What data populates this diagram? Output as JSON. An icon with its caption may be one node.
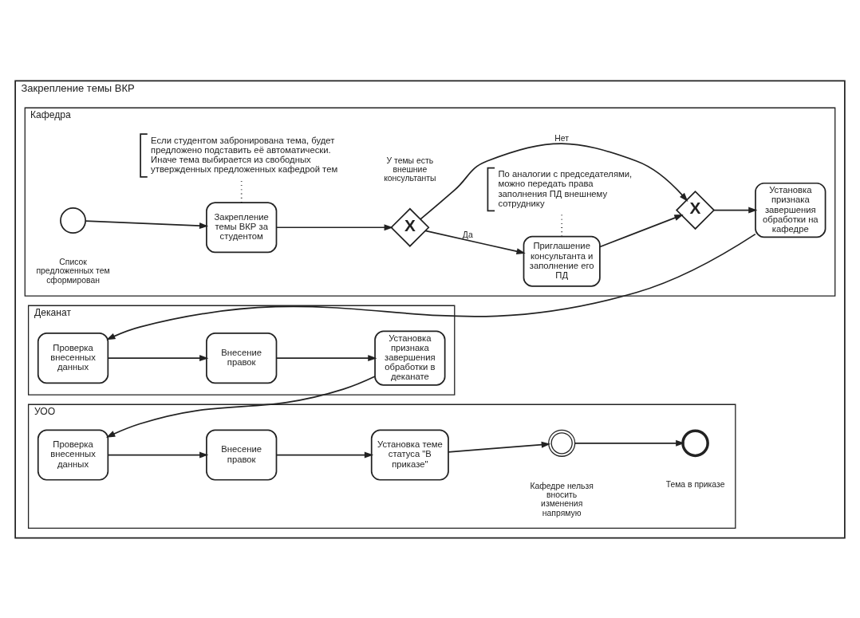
{
  "diagram": {
    "nodes": [
      {
        "text": [
          "Закрепление темы ВКР"
        ]
      },
      {
        "text": [
          "Кафедра"
        ],
        "in": 0
      },
      {
        "text": [
          "Если студентом забронирована тема, будет предложено подставить её автоматически. Иначе тема выбирается из свободных утвержденных предложенных кафедрой тем"
        ],
        "in": 1
      },
      {
        "text": [
          "По аналогии с председателями, можно передать права заполнения ПД внешнему сотруднику"
        ],
        "in": 1
      },
      {
        "text": [],
        "shape": "circle",
        "beside": [
          "Список предложенных тем сформирован"
        ],
        "in": 1
      },
      {
        "text": [
          "Закрепление темы ВКР за студентом"
        ],
        "in": 1
      },
      {
        "text": [
          "X"
        ],
        "beside": [
          "У темы есть внешние консультанты"
        ],
        "in": 1
      },
      {
        "text": [
          "Приглашение консультанта и заполнение его ПД"
        ],
        "in": 1
      },
      {
        "text": [
          "X"
        ],
        "in": 1
      },
      {
        "text": [
          "Установка признака завершения обработки на кафедре"
        ],
        "in": 1
      },
      {
        "text": [
          "Деканат"
        ],
        "in": 0
      },
      {
        "text": [
          "Проверка внесенных данных"
        ],
        "in": 10
      },
      {
        "text": [
          "Внесение правок"
        ],
        "in": 10
      },
      {
        "text": [
          "Установка признака завершения обработки в деканате"
        ],
        "in": 10
      },
      {
        "text": [
          "УОО"
        ],
        "in": 0
      },
      {
        "text": [
          "Проверка внесенных данных"
        ],
        "in": 14
      },
      {
        "text": [
          "Внесение правок"
        ],
        "in": 14
      },
      {
        "text": [
          "Установка теме статуса \"В приказе\""
        ],
        "in": 14
      },
      {
        "text": [],
        "shape": "circle",
        "beside": [
          "Кафедре нельзя вносить изменения напрямую"
        ],
        "in": 14
      },
      {
        "text": [],
        "shape": "circle",
        "beside": [
          "Тема в приказе"
        ],
        "in": 14
      }
    ],
    "edges": [
      {
        "from": 4,
        "to": 5,
        "arrow": "to"
      },
      {
        "from": 5,
        "to": 6,
        "arrow": "to"
      },
      {
        "from": 6,
        "to": 7,
        "arrow": "to",
        "label": "Да"
      },
      {
        "from": 7,
        "to": 8,
        "arrow": "to"
      },
      {
        "from": 6,
        "to": 8,
        "arrow": "to",
        "label": "Нет"
      },
      {
        "from": 8,
        "to": 9,
        "arrow": "to"
      },
      {
        "from": 2,
        "to": 5,
        "arrow": "none",
        "style": "dashed"
      },
      {
        "from": 3,
        "to": 7,
        "arrow": "none",
        "style": "dashed"
      },
      {
        "from": 9,
        "to": 11,
        "arrow": "to"
      },
      {
        "from": 11,
        "to": 12,
        "arrow": "to"
      },
      {
        "from": 12,
        "to": 13,
        "arrow": "to"
      },
      {
        "from": 13,
        "to": 15,
        "arrow": "to"
      },
      {
        "from": 15,
        "to": 16,
        "arrow": "to"
      },
      {
        "from": 16,
        "to": 17,
        "arrow": "to"
      },
      {
        "from": 17,
        "to": 18,
        "arrow": "to"
      },
      {
        "from": 18,
        "to": 19,
        "arrow": "to"
      }
    ]
  }
}
